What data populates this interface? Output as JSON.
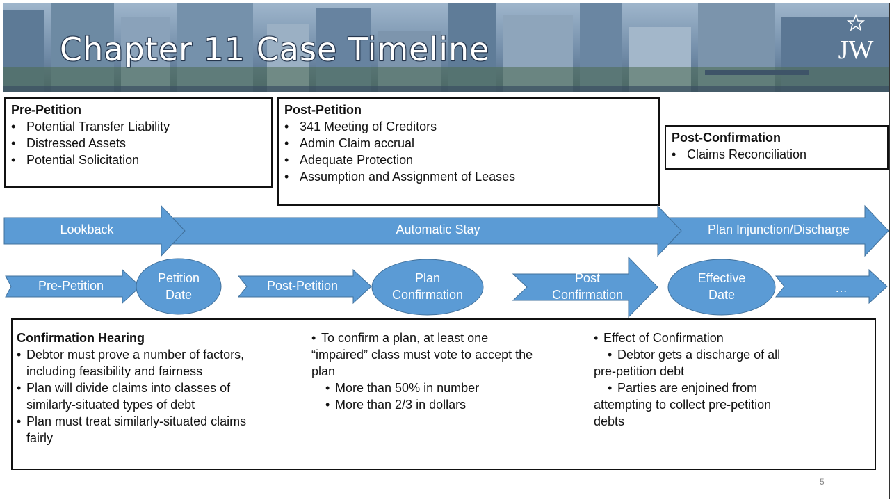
{
  "title": "Chapter 11 Case Timeline",
  "logo_text": "JW",
  "boxes": {
    "pre_petition": {
      "heading": "Pre-Petition",
      "items": [
        "Potential Transfer Liability",
        "Distressed Assets",
        "Potential Solicitation"
      ]
    },
    "post_petition": {
      "heading": "Post-Petition",
      "items": [
        "341 Meeting of Creditors",
        "Admin Claim accrual",
        "Adequate Protection",
        "Assumption and Assignment of Leases"
      ]
    },
    "post_confirmation": {
      "heading": "Post-Confirmation",
      "items": [
        "Claims Reconciliation"
      ]
    }
  },
  "periods": [
    "Lookback",
    "Automatic Stay",
    "Plan Injunction/Discharge"
  ],
  "timeline": {
    "pre_petition": "Pre-Petition",
    "petition_date": [
      "Petition",
      "Date"
    ],
    "post_petition": "Post-Petition",
    "plan_confirmation": [
      "Plan",
      "Confirmation"
    ],
    "post_confirmation": [
      "Post",
      "Confirmation"
    ],
    "effective_date": [
      "Effective",
      "Date"
    ],
    "ellipsis": "…"
  },
  "confirmation": {
    "heading": "Confirmation Hearing",
    "col1": [
      "Debtor must prove a number of factors,",
      "including feasibility and fairness",
      "Plan will divide claims into classes of",
      "similarly-situated types of debt",
      "Plan must treat similarly-situated claims",
      "fairly"
    ],
    "col2": [
      "To confirm a plan, at least one",
      "“impaired” class must vote to accept the",
      "plan",
      "More than 50% in number",
      "More than 2/3 in dollars"
    ],
    "col3": [
      "Effect of Confirmation",
      "Debtor gets a discharge of all",
      "pre-petition debt",
      "Parties are enjoined from",
      "attempting to collect pre-petition",
      "debts"
    ]
  },
  "page_number": "5",
  "colors": {
    "shape_fill": "#5b9bd5",
    "shape_stroke": "#41719c",
    "text": "#111111"
  }
}
